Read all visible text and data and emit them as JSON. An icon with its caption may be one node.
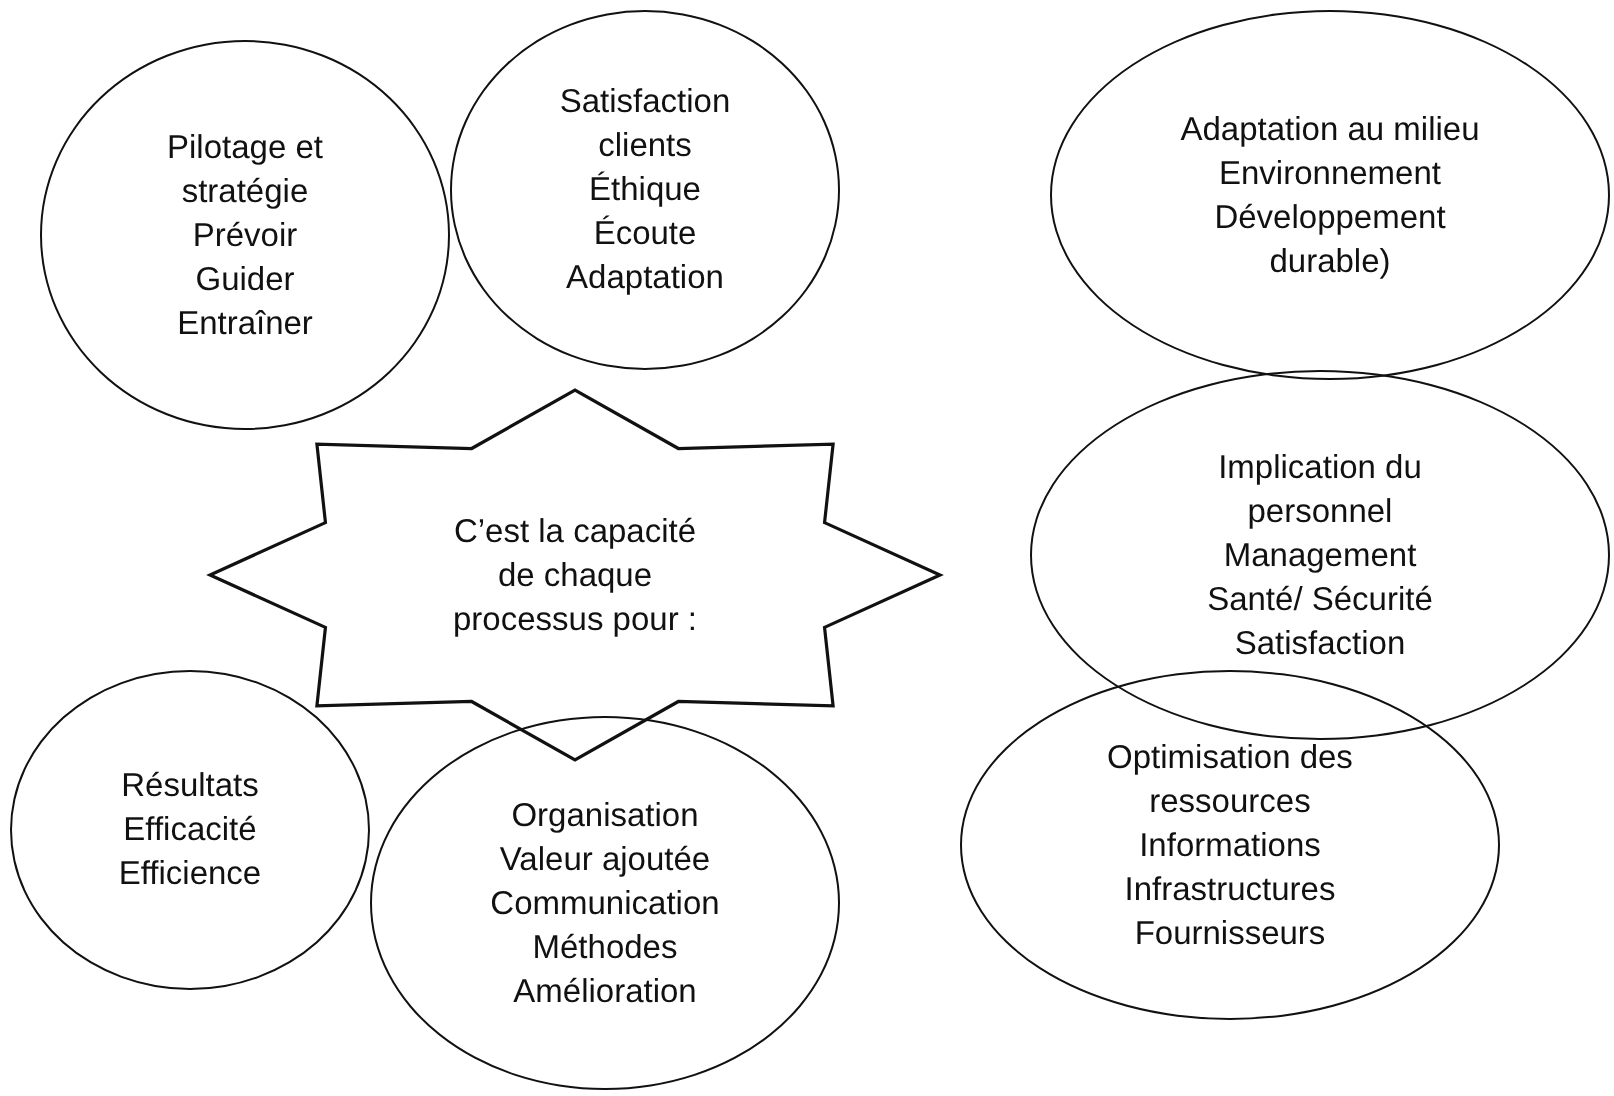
{
  "diagram": {
    "nodes": [
      {
        "text": [
          "Pilotage et stratégie",
          "Prévoir",
          "Guider",
          "Entraîner"
        ]
      },
      {
        "text": [
          "Satisfaction clients",
          "Éthique",
          "Écoute",
          "Adaptation"
        ]
      },
      {
        "text": [
          "Adaptation au milieu",
          "Environnement",
          "Développement durable)"
        ]
      },
      {
        "text": [
          "C’est la capacité de chaque processus pour :"
        ]
      },
      {
        "text": [
          "Implication du personnel",
          "Management",
          "Santé/ Sécurité",
          "Satisfaction"
        ]
      },
      {
        "text": [
          "Résultats",
          "Efficacité",
          "Efficience"
        ]
      },
      {
        "text": [
          "Organisation",
          "Valeur ajoutée",
          "Communication",
          "Méthodes",
          "Amélioration"
        ]
      },
      {
        "text": [
          "Optimisation des ressources",
          "Informations",
          "Infrastructures",
          "Fournisseurs"
        ]
      }
    ]
  }
}
